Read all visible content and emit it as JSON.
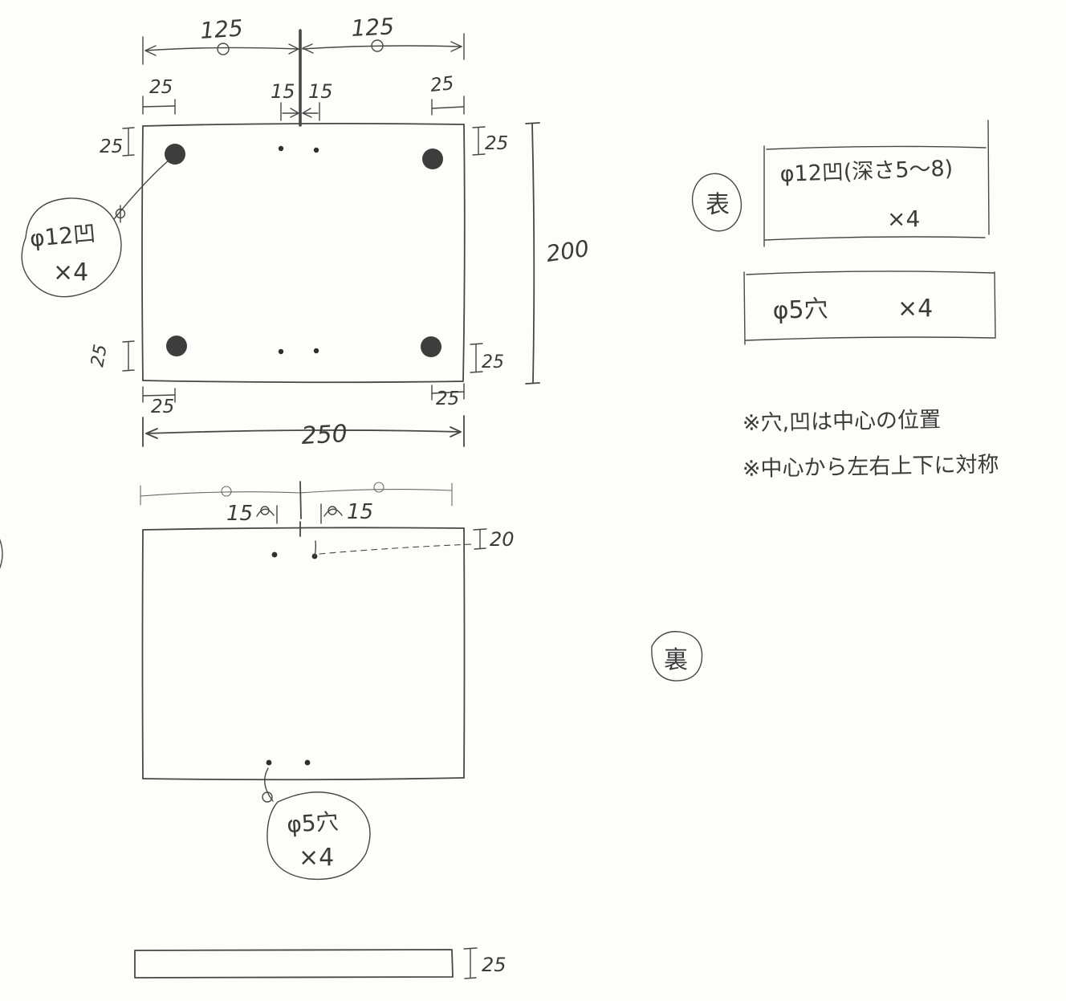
{
  "front_view": {
    "dim_half_left": "125",
    "dim_half_right": "125",
    "dim_offset_top_left": "25",
    "dim_center_gap_left": "15",
    "dim_center_gap_right": "15",
    "dim_offset_top_right": "25",
    "dim_edge_top_left": "25",
    "dim_edge_top_right": "25",
    "dim_edge_bottom_left": "25",
    "dim_edge_bottom_right": "25",
    "dim_offset_bottom_left": "25",
    "dim_offset_bottom_right": "25",
    "dim_height": "200",
    "dim_width": "250",
    "callout_recess": {
      "line1": "φ12凹",
      "line2": "×4"
    }
  },
  "back_view": {
    "dim_center_gap_left": "15",
    "dim_center_gap_right": "15",
    "dim_hole_top_offset": "20",
    "callout_hole": {
      "line1": "φ5穴",
      "line2": "×4"
    }
  },
  "side_view": {
    "dim_thickness": "25"
  },
  "legend": {
    "front_label": "表",
    "back_label": "裏",
    "spec_recess": {
      "text": "φ12凹(深さ5〜8)",
      "qty": "×4"
    },
    "spec_hole": {
      "text": "φ5穴",
      "qty": "×4"
    },
    "note1": "※穴,凹は中心の位置",
    "note2": "※中心から左右上下に対称"
  },
  "colors": {
    "ink": "#474747",
    "fill": "#3d3d3d",
    "paper": "#fdfdfa"
  }
}
